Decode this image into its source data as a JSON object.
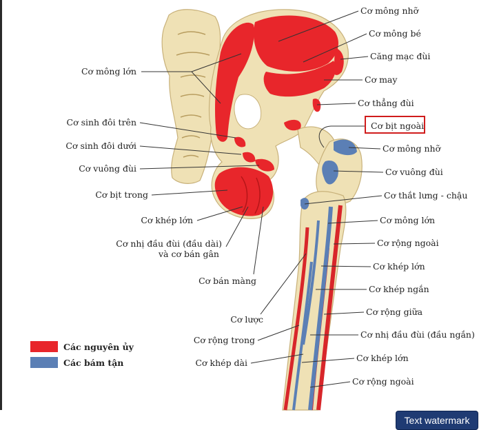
{
  "labels_left": [
    "Cơ mông lớn",
    "Cơ sinh đôi trên",
    "Cơ sinh đôi dưới",
    "Cơ vuông đùi",
    "Cơ bịt trong",
    "Cơ khép lớn",
    "Cơ nhị đầu đùi (đầu dài)",
    "và cơ bán gân",
    "Cơ bán màng",
    "Cơ lược",
    "Cơ rộng trong",
    "Cơ khép dài"
  ],
  "labels_right": [
    "Cơ mông nhỡ",
    "Cơ mông bé",
    "Căng mạc đùi",
    "Cơ may",
    "Cơ thẳng đùi",
    "Cơ bịt ngoài",
    "Cơ mông nhỡ",
    "Cơ vuông đùi",
    "Cơ thắt lưng - chậu",
    "Cơ mông lớn",
    "Cơ rộng ngoài",
    "Cơ khép lớn",
    "Cơ khép ngắn",
    "Cơ rộng giữa",
    "Cơ nhị đầu đùi (đầu ngắn)",
    "Cơ khép lớn",
    "Cơ rộng ngoài"
  ],
  "legend": {
    "origin_label": "Các nguyên ủy",
    "insertion_label": "Các bám tận",
    "origin_color": "#e8262b",
    "insertion_color": "#5b7fb5"
  },
  "highlight_color": "#d01b1b",
  "watermark": "Text watermark"
}
